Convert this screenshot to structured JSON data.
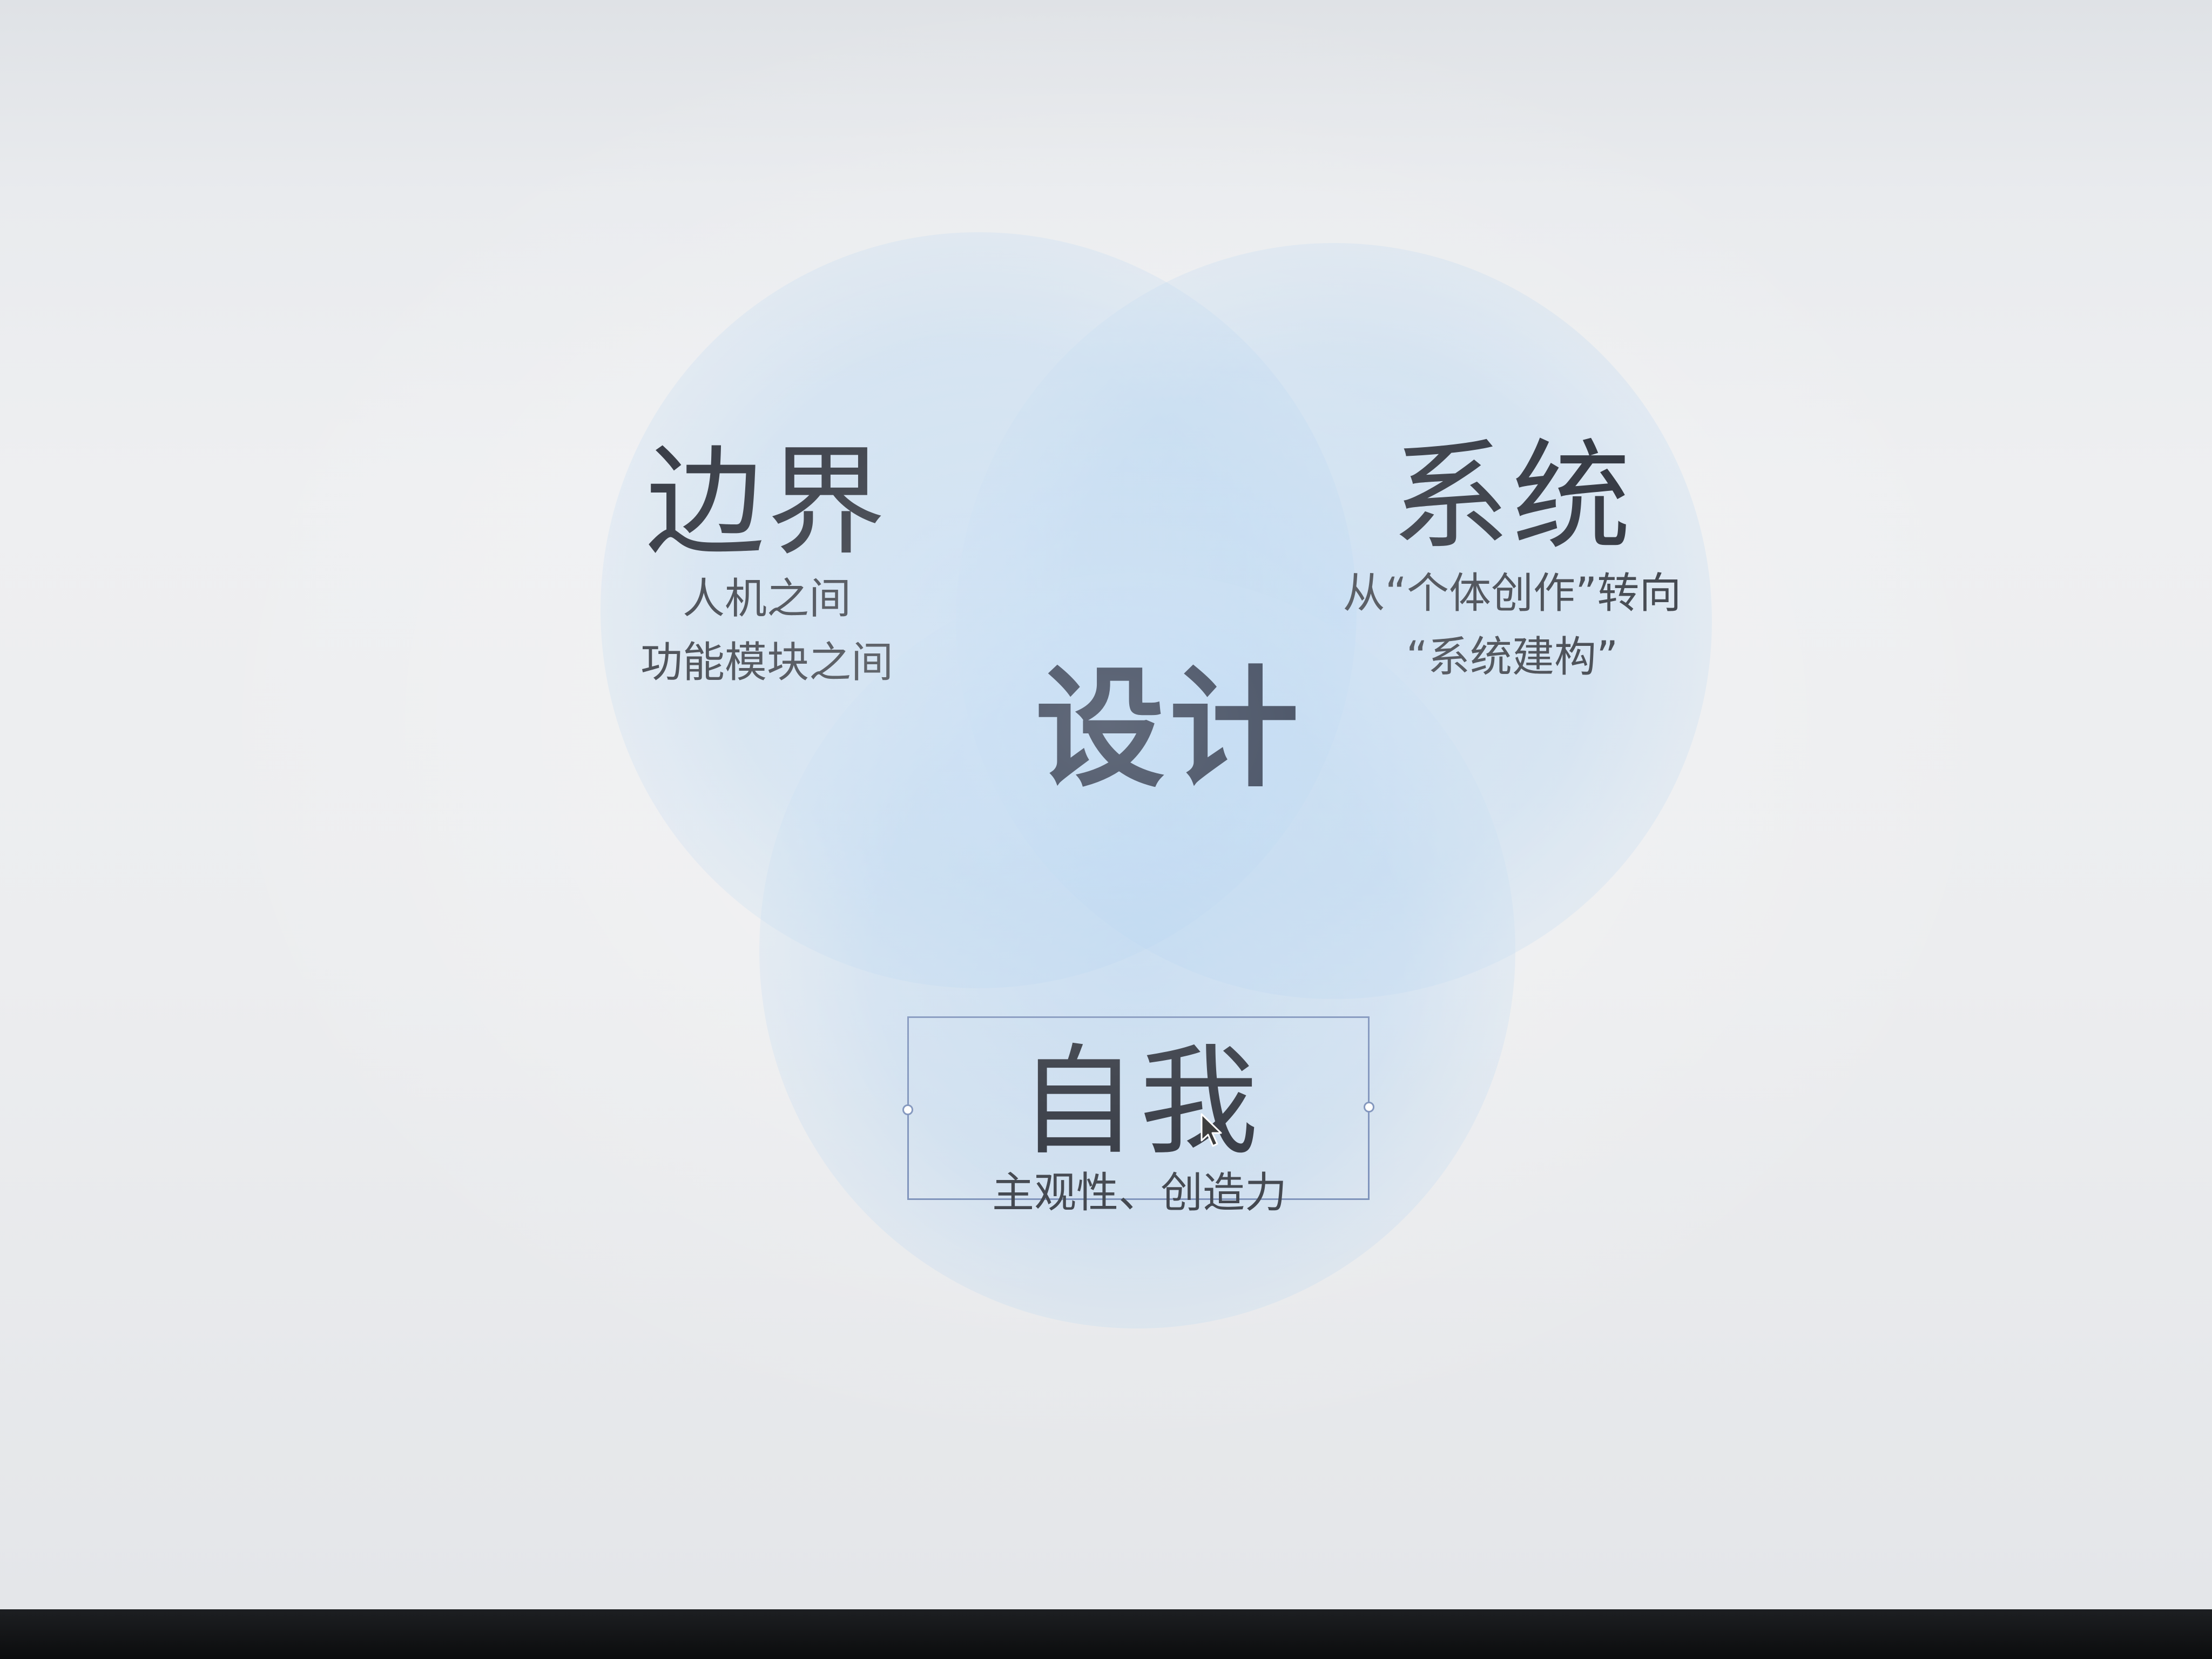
{
  "slide": {
    "center": {
      "title": "设计"
    },
    "left": {
      "title": "边界",
      "lines": [
        "人机之间",
        "功能模块之间"
      ]
    },
    "right": {
      "title": "系统",
      "lines": [
        "从“个体创作”转向",
        "“系统建构”"
      ]
    },
    "bottom": {
      "title": "自我",
      "lines": [
        "主观性、创造力"
      ]
    }
  },
  "colors": {
    "circle_fill": "#8fbde8",
    "center_text": "#0d1a33",
    "text": "#1a1f2a",
    "selection": "#6f86b3"
  },
  "icons": {
    "cursor": "arrow-cursor-icon"
  }
}
